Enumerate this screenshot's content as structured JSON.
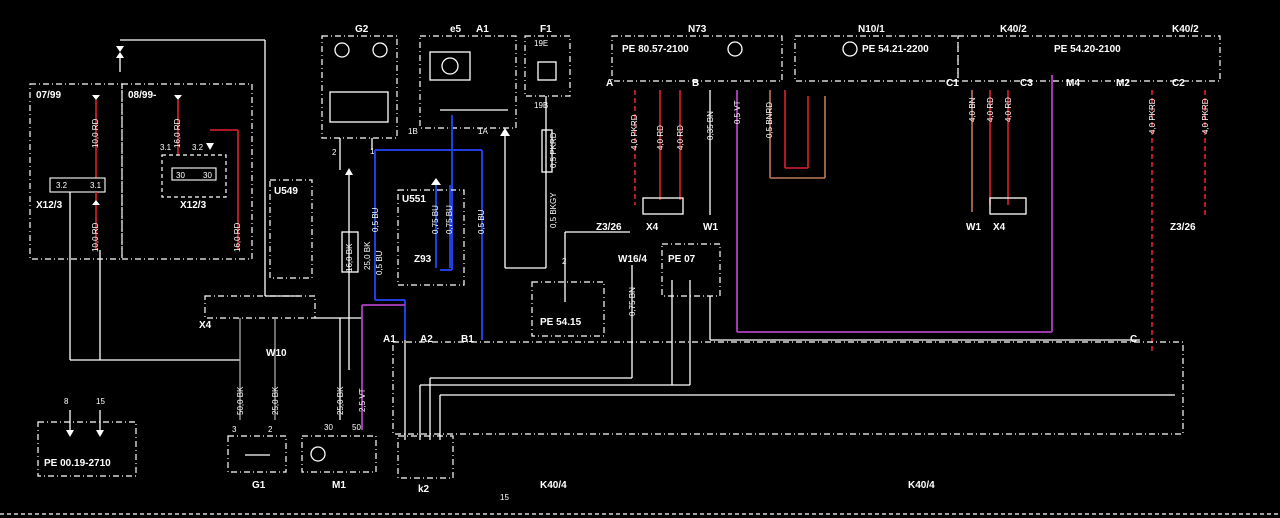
{
  "components": {
    "g2": "G2",
    "e5": "e5",
    "a1_top": "A1",
    "f1": "F1",
    "n73": "N73",
    "n10_1": "N10/1",
    "k40_2a": "K40/2",
    "k40_2b": "K40/2",
    "u549": "U549",
    "u551": "U551",
    "z93": "Z93",
    "x12_3a": "X12/3",
    "x12_3b": "X12/3",
    "x4_left": "X4",
    "x4_mid": "X4",
    "x4_right": "X4",
    "w1_mid": "W1",
    "w1_right": "W1",
    "w10": "W10",
    "w16_4": "W16/4",
    "z3_26a": "Z3/26",
    "z3_26b": "Z3/26",
    "g1": "G1",
    "m1": "M1",
    "k2": "k2",
    "k40_4a": "K40/4",
    "k40_4b": "K40/4"
  },
  "refs": {
    "pe_n73": "PE 80.57-2100",
    "pe_n10": "PE 54.21-2200",
    "pe_k40": "PE 54.20-2100",
    "pe_5415": "PE 54.15",
    "pe_07": "PE 07",
    "pe_0019": "PE 00.19-2710"
  },
  "dates": {
    "d1": "07/99",
    "d2": "08/99-"
  },
  "wires": {
    "r10a": "10,0 RD",
    "r10b": "10,0 RD",
    "r16a": "16,0 RD",
    "r16b": "16,0 RD",
    "bk16": "16,0 BK",
    "bk50": "50,0 BK",
    "bk25a": "25,0 BK",
    "bk25b": "25,0 BK",
    "bk25c": "25,0 BK",
    "bu075a": "0,75 BU",
    "bu075b": "0,75 BU",
    "bu05a": "0,5 BU",
    "bu05b": "0,5 BU",
    "bu05c": "0,5 BU",
    "bkgy": "0,5 BKGY",
    "pkrd05": "0,5 PKRD",
    "pkrd4a": "4,0 PKRD",
    "rd4a": "4,0 RD",
    "rd4b": "4,0 RD",
    "bn035": "0,35 BN",
    "vt05": "0,5 VT",
    "bnrd05": "0,5 BNRD",
    "bn4": "4,0 BN",
    "rd4c": "4,0 RD",
    "rd4d": "4,0 RD",
    "pkrd4b": "4,0 PKRD",
    "pkrd4c": "4,0 PKRD",
    "bn075": "0,75 BN",
    "vt25": "2,5 VT"
  },
  "pins": {
    "a": "A",
    "b": "B",
    "c1": "C1",
    "c3": "C3",
    "m4": "M4",
    "m2": "M2",
    "c2": "C2",
    "n2": "2",
    "n1": "1",
    "n1a": "1A",
    "n1b": "1B",
    "n19b": "19B",
    "n19e": "19E",
    "a1": "A1",
    "a2": "A2",
    "b1": "B1",
    "c": "C",
    "n30": "30",
    "n50": "50",
    "n3": "3",
    "n15": "15",
    "n8": "8",
    "n2b": "2",
    "n3_1": "3.1",
    "n3_2": "3.2"
  }
}
